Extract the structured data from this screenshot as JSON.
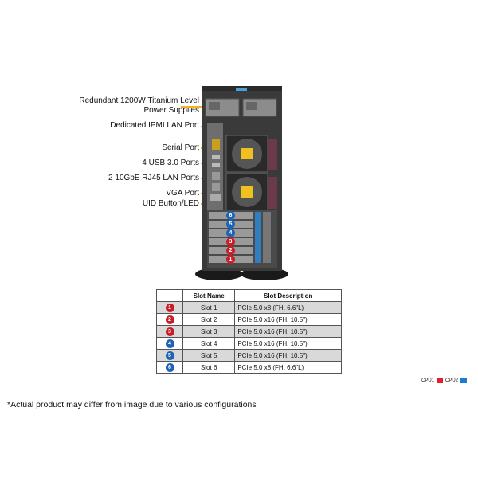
{
  "callouts": [
    {
      "lines": [
        "Redundant  1200W Titanium  Level",
        "Power Supplies"
      ]
    },
    {
      "lines": [
        "Dedicated IPMI  LAN Port"
      ]
    },
    {
      "lines": [
        "Serial Port"
      ]
    },
    {
      "lines": [
        "4 USB 3.0 Ports"
      ]
    },
    {
      "lines": [
        "2 10GbE RJ45 LAN Ports"
      ]
    },
    {
      "lines": [
        "VGA Port"
      ]
    },
    {
      "lines": [
        "UID Button/LED"
      ]
    }
  ],
  "chassis": {
    "slot_badges": [
      "6",
      "5",
      "4",
      "3",
      "2",
      "1"
    ]
  },
  "table": {
    "headers": [
      "",
      "Slot Name",
      "Slot Description"
    ],
    "rows": [
      {
        "num": "1",
        "cpu": "CPU1",
        "name": "Slot 1",
        "desc": "PCIe 5.0 x8 (FH, 6.6\"L)"
      },
      {
        "num": "2",
        "cpu": "CPU1",
        "name": "Slot 2",
        "desc": "PCIe 5.0 x16 (FH, 10.5\")"
      },
      {
        "num": "3",
        "cpu": "CPU1",
        "name": "Slot 3",
        "desc": "PCIe 5.0 x16 (FH, 10.5\")"
      },
      {
        "num": "4",
        "cpu": "CPU2",
        "name": "Slot 4",
        "desc": "PCIe 5.0 x16 (FH, 10.5\")"
      },
      {
        "num": "5",
        "cpu": "CPU2",
        "name": "Slot 5",
        "desc": "PCIe 5.0 x16 (FH, 10.5\")"
      },
      {
        "num": "6",
        "cpu": "CPU2",
        "name": "Slot 6",
        "desc": "PCIe 5.0 x8 (FH, 6.6\"L)"
      }
    ]
  },
  "legend": {
    "items": [
      {
        "label": "CPU1",
        "color": "#e0202a"
      },
      {
        "label": "CPU2",
        "color": "#1e7bd0"
      }
    ]
  },
  "colors": {
    "cpu1": "#c81e28",
    "cpu2": "#1e64b4",
    "leader": "#f2b21d",
    "table_shade": "#d9d9d9"
  },
  "disclaimer": "*Actual product may differ from image due to various configurations"
}
